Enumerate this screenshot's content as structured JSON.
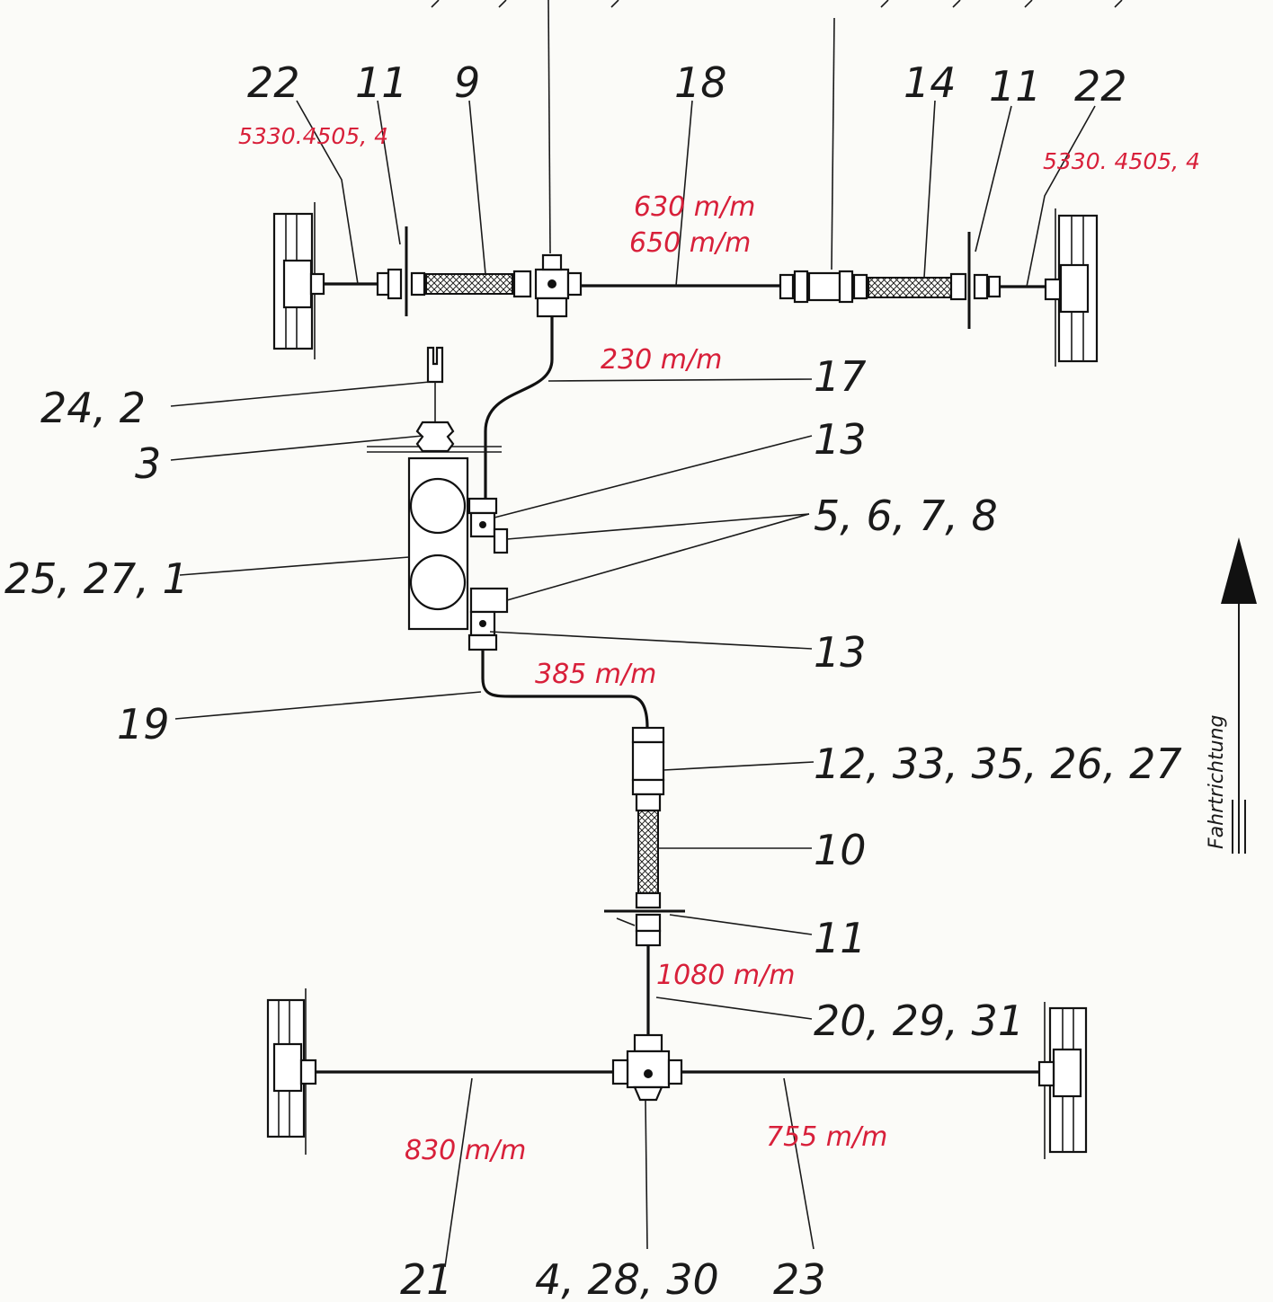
{
  "labels": {
    "l22a": "22",
    "l11a": "11",
    "l9": "9",
    "l18": "18",
    "l14": "14",
    "l11b": "11",
    "l22b": "22",
    "l24_2": "24, 2",
    "l3": "3",
    "l25_27_1": "25, 27, 1",
    "l17": "17",
    "l13a": "13",
    "l5678": "5, 6, 7, 8",
    "l13b": "13",
    "l19": "19",
    "l12_33": "12, 33, 35, 26, 27",
    "l10": "10",
    "l11c": "11",
    "l20_29_31": "20, 29, 31",
    "l21": "21",
    "l4_28_30": "4, 28, 30",
    "l23": "23"
  },
  "red_notes": {
    "part_left": "5330.4505, 4",
    "part_right": "5330. 4505, 4",
    "len_18a": "630 m/m",
    "len_18b": "650 m/m",
    "len_17": "230 m/m",
    "len_19": "385 m/m",
    "len_20": "1080 m/m",
    "len_21": "830 m/m",
    "len_23": "755 m/m"
  },
  "direction": {
    "label": "Fahrtrichtung",
    "arrow": "up"
  },
  "colors": {
    "ink": "#111111",
    "annotation_red": "#d8203a",
    "paper": "#fbfbf8"
  }
}
